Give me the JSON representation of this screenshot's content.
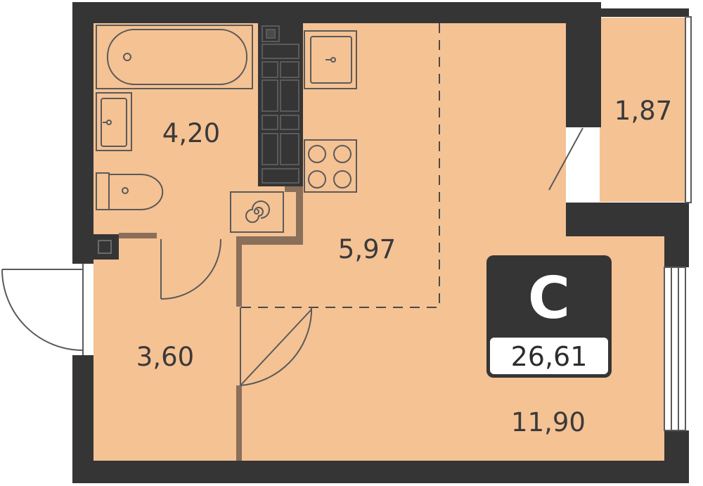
{
  "rooms": {
    "bathroom": {
      "area": "4,20"
    },
    "kitchen": {
      "area": "5,97"
    },
    "hallway": {
      "area": "3,60"
    },
    "living": {
      "area": "11,90"
    },
    "balcony": {
      "area": "1,87"
    }
  },
  "badge": {
    "type": "С",
    "total_area": "26,61"
  },
  "colors": {
    "wall": "#353535",
    "floor": "#f5c294",
    "badge_bg": "#353535",
    "fixture_line": "#5a5a5a"
  }
}
